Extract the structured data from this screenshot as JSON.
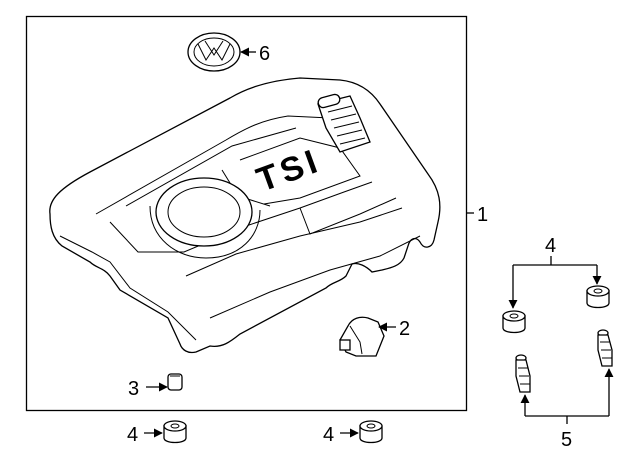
{
  "diagram": {
    "callouts": {
      "engine_cover": "1",
      "bracket": "2",
      "clip": "3",
      "grommet_left": "4",
      "grommet_right": "4",
      "grommet_group": "4",
      "stud_group": "5",
      "emblem": "6"
    },
    "cover_text": "TSI"
  }
}
